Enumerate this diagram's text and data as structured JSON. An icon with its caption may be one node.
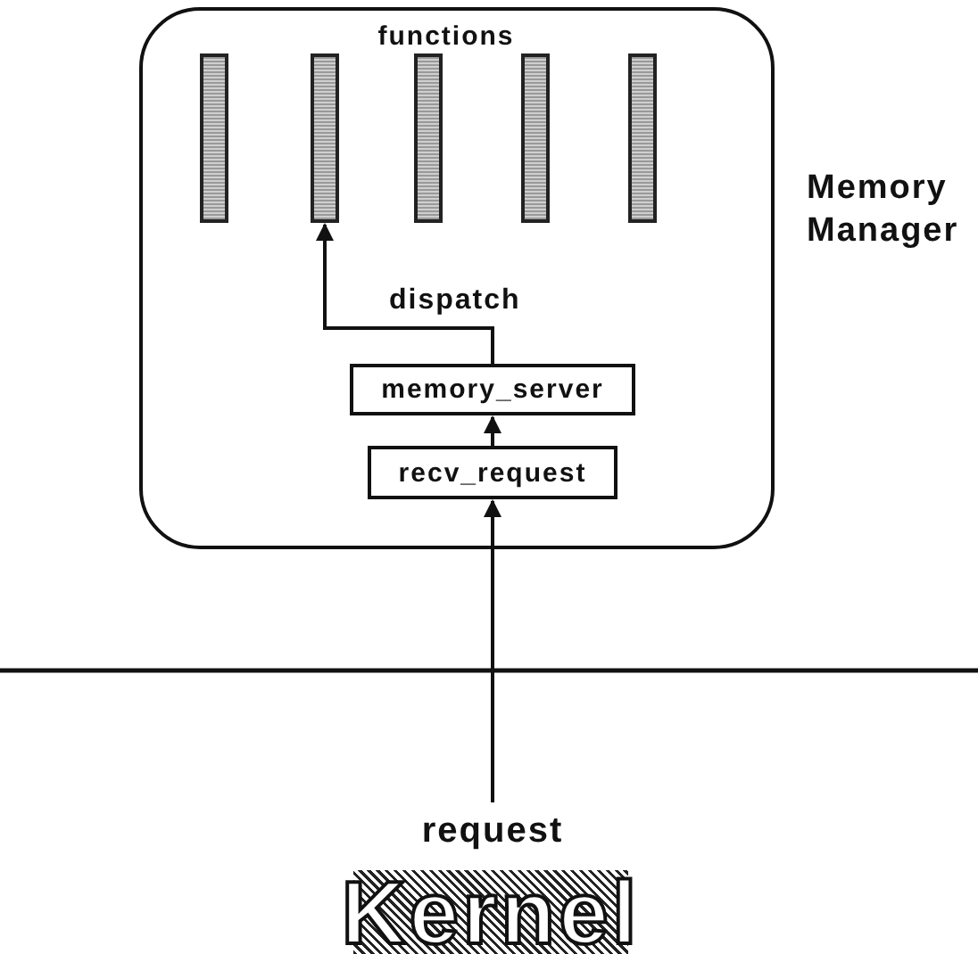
{
  "diagram": {
    "nodes": [
      {
        "text": [
          "Memory Manager"
        ]
      },
      {
        "text": [],
        "shape": "bar",
        "in": 0
      },
      {
        "text": [],
        "shape": "bar",
        "in": 0
      },
      {
        "text": [],
        "shape": "bar",
        "in": 0
      },
      {
        "text": [],
        "shape": "bar",
        "in": 0
      },
      {
        "text": [],
        "shape": "bar",
        "in": 0
      },
      {
        "text": [
          "memory_server"
        ],
        "in": 0
      },
      {
        "text": [
          "recv_request"
        ],
        "in": 0
      },
      {
        "text": [
          "request"
        ]
      },
      {
        "text": [
          "Kernel"
        ]
      }
    ],
    "edges": [
      {
        "from": 7,
        "to": 6,
        "arrow": "to"
      },
      {
        "from": 6,
        "to": 2,
        "label": "dispatch",
        "arrow": "to"
      },
      {
        "from": 8,
        "to": 7,
        "arrow": "to"
      }
    ],
    "labels": [
      "functions"
    ]
  }
}
